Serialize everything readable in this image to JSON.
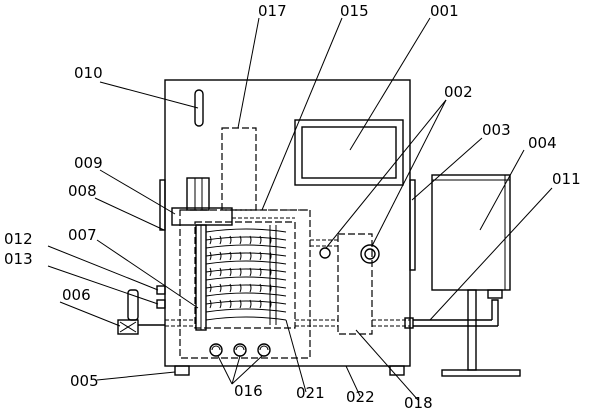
{
  "labels": {
    "l001": "001",
    "l002": "002",
    "l003": "003",
    "l004": "004",
    "l005": "005",
    "l006": "006",
    "l007": "007",
    "l008": "008",
    "l009": "009",
    "l010": "010",
    "l011": "011",
    "l012": "012",
    "l013": "013",
    "l015": "015",
    "l016": "016",
    "l017": "017",
    "l018": "018",
    "l021": "021",
    "l022": "022"
  }
}
